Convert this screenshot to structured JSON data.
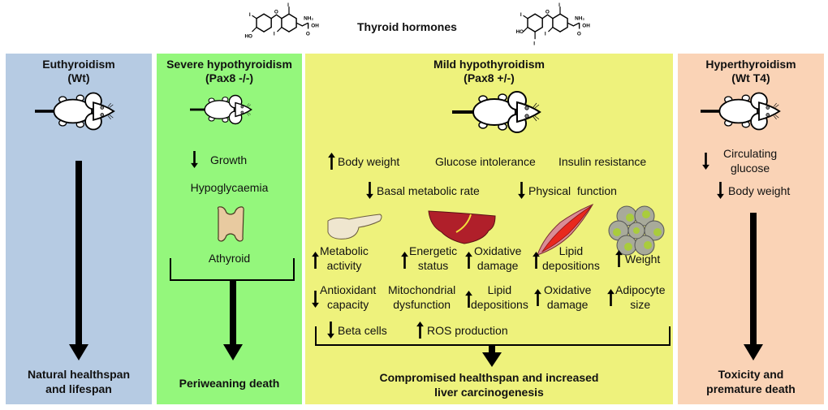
{
  "header": {
    "title": "Thyroid hormones",
    "molecules": [
      {
        "name": "T3 (triiodothyronine)",
        "labels": [
          "I",
          "HO",
          "O",
          "I",
          "I",
          "NH2",
          "OH",
          "O"
        ]
      },
      {
        "name": "T4 (thyroxine)",
        "labels": [
          "I",
          "HO",
          "I",
          "O",
          "I",
          "I",
          "NH2",
          "OH",
          "O"
        ]
      }
    ]
  },
  "colors": {
    "euthyroidism": "#b6cbe3",
    "severe": "#94f77c",
    "mild": "#eef27c",
    "hyper": "#fad3b6"
  },
  "panels": {
    "euthyroidism": {
      "title_line1": "Euthyroidism",
      "title_line2": "(Wt)",
      "outcome_line1": "Natural healthspan",
      "outcome_line2": "and lifespan"
    },
    "severe": {
      "title_line1": "Severe hypothyroidism",
      "title_line2": "(Pax8 -/-)",
      "effects": [
        {
          "direction": "down",
          "text": "Growth"
        },
        {
          "direction": "none",
          "text": "Hypoglycaemia"
        }
      ],
      "organ_label": "Athyroid",
      "outcome": "Periweaning death"
    },
    "mild": {
      "title_line1": "Mild hypothyroidism",
      "title_line2": "(Pax8 +/-)",
      "systemic_row1": [
        {
          "direction": "up",
          "text": "Body weight"
        },
        {
          "direction": "none",
          "text": "Glucose intolerance"
        },
        {
          "direction": "none",
          "text": "Insulin resistance"
        }
      ],
      "systemic_row2": [
        {
          "direction": "down",
          "text": "Basal metabolic rate"
        },
        {
          "direction": "down",
          "text": "Physical  function"
        }
      ],
      "organs": [
        "pancreas",
        "liver",
        "muscle",
        "adipose"
      ],
      "organ_row1": [
        {
          "direction": "up",
          "line1": "Metabolic",
          "line2": "activity"
        },
        {
          "direction": "up",
          "line1": "Energetic",
          "line2": "status"
        },
        {
          "direction": "up",
          "line1": "Oxidative",
          "line2": "damage"
        },
        {
          "direction": "up",
          "line1": "Lipid",
          "line2": "depositions"
        },
        {
          "direction": "up",
          "line1": "Weight",
          "line2": ""
        }
      ],
      "organ_row2": [
        {
          "direction": "down",
          "line1": "Antioxidant",
          "line2": "capacity"
        },
        {
          "direction": "none",
          "line1": "Mitochondrial",
          "line2": "dysfunction"
        },
        {
          "direction": "up",
          "line1": "Lipid",
          "line2": "depositions"
        },
        {
          "direction": "up",
          "line1": "Oxidative",
          "line2": "damage"
        },
        {
          "direction": "up",
          "line1": "Adipocyte",
          "line2": "size"
        }
      ],
      "organ_row3": [
        {
          "direction": "down",
          "text": "Beta cells"
        },
        {
          "direction": "up",
          "text": "ROS production"
        }
      ],
      "outcome_line1": "Compromised healthspan and increased",
      "outcome_line2": "liver carcinogenesis"
    },
    "hyper": {
      "title_line1": "Hyperthyroidism",
      "title_line2": "(Wt T4)",
      "effects": [
        {
          "direction": "down",
          "line1": "Circulating",
          "line2": "glucose"
        },
        {
          "direction": "down",
          "line1": "Body weight",
          "line2": ""
        }
      ],
      "outcome_line1": "Toxicity and",
      "outcome_line2": "premature death"
    }
  }
}
